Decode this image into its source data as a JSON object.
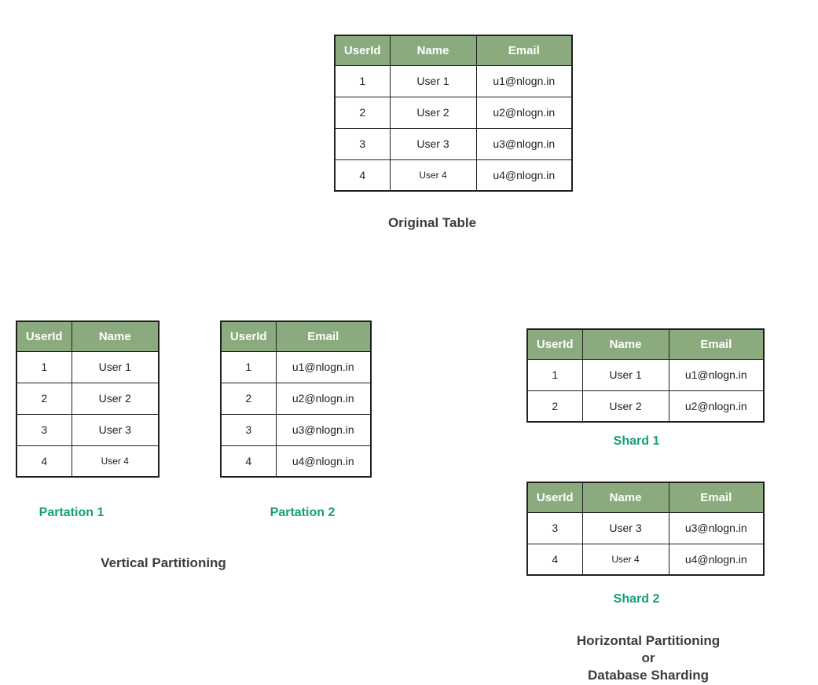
{
  "colors": {
    "table_header_bg": "#8bab7e",
    "table_header_text": "#ffffff",
    "table_border": "#1f1f1f",
    "cell_text": "#222222",
    "caption_dark": "#3c3c3c",
    "caption_green": "#13a07a",
    "page_bg": "#ffffff"
  },
  "style_hints": {
    "small_cell_text": "User 4"
  },
  "original_table": {
    "columns": [
      "UserId",
      "Name",
      "Email"
    ],
    "rows": [
      [
        "1",
        "User 1",
        "u1@nlogn.in"
      ],
      [
        "2",
        "User 2",
        "u2@nlogn.in"
      ],
      [
        "3",
        "User 3",
        "u3@nlogn.in"
      ],
      [
        "4",
        "User 4",
        "u4@nlogn.in"
      ]
    ],
    "caption": "Original Table"
  },
  "partation_1": {
    "columns": [
      "UserId",
      "Name"
    ],
    "rows": [
      [
        "1",
        "User 1"
      ],
      [
        "2",
        "User 2"
      ],
      [
        "3",
        "User 3"
      ],
      [
        "4",
        "User 4"
      ]
    ],
    "caption": "Partation 1"
  },
  "partation_2": {
    "columns": [
      "UserId",
      "Email"
    ],
    "rows": [
      [
        "1",
        "u1@nlogn.in"
      ],
      [
        "2",
        "u2@nlogn.in"
      ],
      [
        "3",
        "u3@nlogn.in"
      ],
      [
        "4",
        "u4@nlogn.in"
      ]
    ],
    "caption": "Partation 2"
  },
  "vertical_partitioning_label": "Vertical Partitioning",
  "shard_1": {
    "columns": [
      "UserId",
      "Name",
      "Email"
    ],
    "rows": [
      [
        "1",
        "User 1",
        "u1@nlogn.in"
      ],
      [
        "2",
        "User 2",
        "u2@nlogn.in"
      ]
    ],
    "caption": "Shard 1"
  },
  "shard_2": {
    "columns": [
      "UserId",
      "Name",
      "Email"
    ],
    "rows": [
      [
        "3",
        "User 3",
        "u3@nlogn.in"
      ],
      [
        "4",
        "User 4",
        "u4@nlogn.in"
      ]
    ],
    "caption": "Shard 2"
  },
  "horizontal_partitioning_label": {
    "line1": "Horizontal Partitioning",
    "line2": "or",
    "line3": "Database Sharding"
  }
}
